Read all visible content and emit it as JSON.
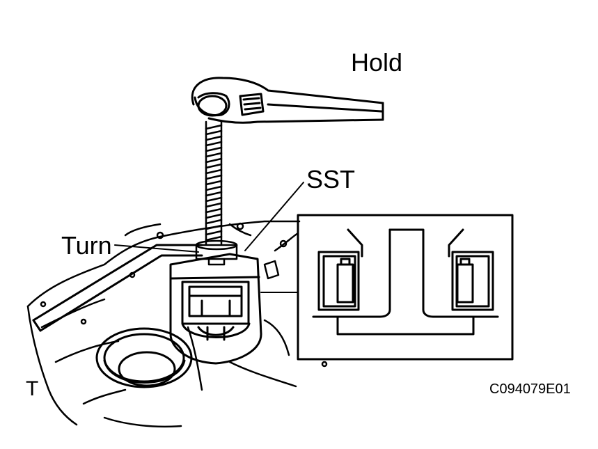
{
  "labels": {
    "hold": "Hold",
    "sst": "SST",
    "turn": "Turn",
    "corner_mark": "T",
    "figure_code": "C094079E01"
  },
  "colors": {
    "line": "#000000",
    "background": "#ffffff"
  }
}
